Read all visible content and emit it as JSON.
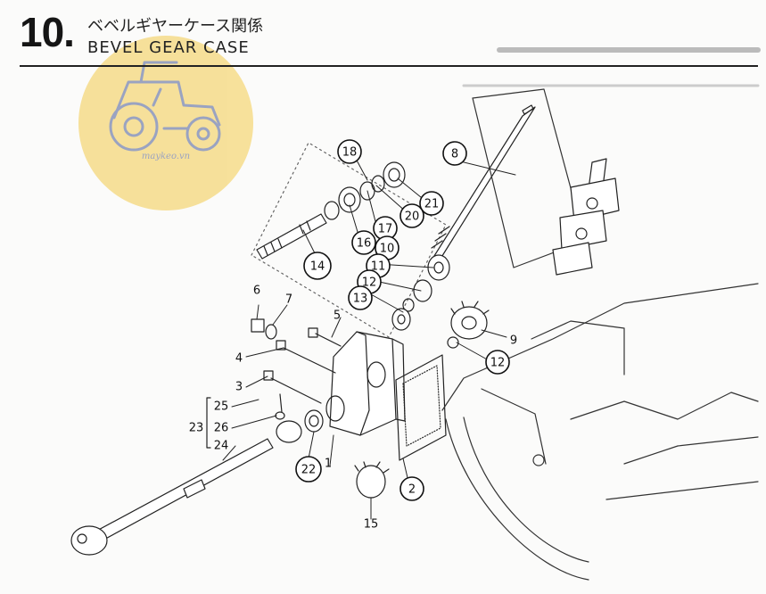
{
  "header": {
    "section_number": "10.",
    "title_jp": "ベベルギヤーケース関係",
    "title_en": "BEVEL GEAR CASE"
  },
  "watermark": {
    "text": "maykeo.vn",
    "icon": "tractor-icon",
    "color": "#f6dc8a"
  },
  "callouts": {
    "c1": "1",
    "c2": "2",
    "c3": "3",
    "c4": "4",
    "c5": "5",
    "c6": "6",
    "c7": "7",
    "c8": "8",
    "c9": "9",
    "c10": "10",
    "c11": "11",
    "c12a": "12",
    "c12b": "12",
    "c13": "13",
    "c14": "14",
    "c15": "15",
    "c16": "16",
    "c17": "17",
    "c18": "18",
    "c20": "20",
    "c21": "21",
    "c22": "22",
    "c23": "23",
    "c24": "24",
    "c25": "25",
    "c26": "26"
  }
}
